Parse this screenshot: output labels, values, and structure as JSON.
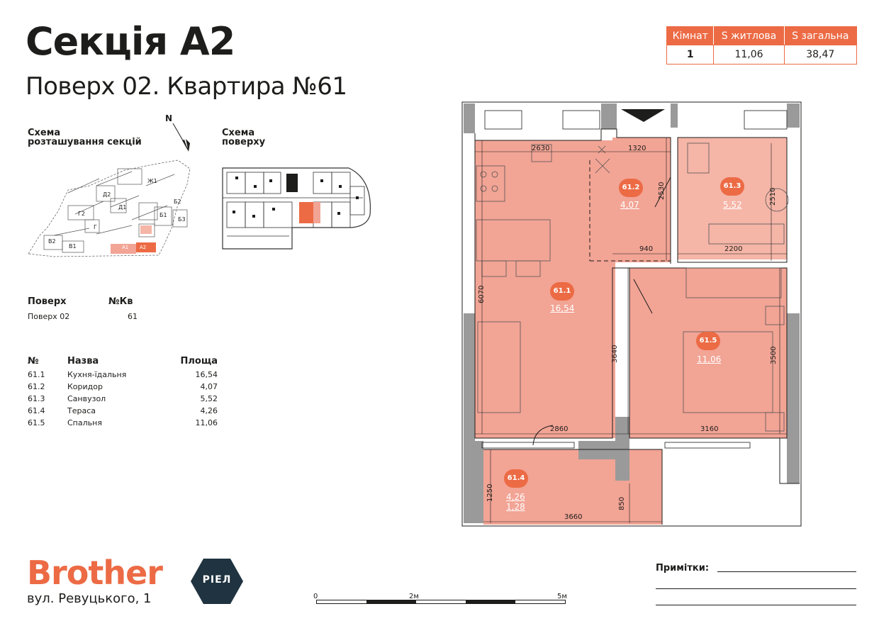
{
  "header": {
    "title": "Секція А2",
    "subtitle": "Поверх 02. Квартира №61"
  },
  "summary": {
    "headers": [
      "Кімнат",
      "S житлова",
      "S загальна"
    ],
    "values": [
      "1",
      "11,06",
      "38,47"
    ]
  },
  "compass": {
    "north": "N"
  },
  "schemas": {
    "sections_label_line1": "Схема",
    "sections_label_line2": "розташування секцій",
    "floor_label_line1": "Схема",
    "floor_label_line2": "поверху",
    "section_tags": [
      "Ж1",
      "Д2",
      "Д1",
      "Г2",
      "Г",
      "Б2",
      "Б1",
      "Б3",
      "В2",
      "В1",
      "А1",
      "А2"
    ]
  },
  "floor_info": {
    "floor_header": "Поверх",
    "apt_header": "№Кв",
    "floor_value": "Поверх 02",
    "apt_value": "61"
  },
  "rooms": {
    "headers": [
      "№",
      "Назва",
      "Площа"
    ],
    "rows": [
      {
        "no": "61.1",
        "name": "Кухня-їдальня",
        "area": "16,54"
      },
      {
        "no": "61.2",
        "name": "Коридор",
        "area": "4,07"
      },
      {
        "no": "61.3",
        "name": "Санвузол",
        "area": "5,52"
      },
      {
        "no": "61.4",
        "name": "Тераса",
        "area": "4,26"
      },
      {
        "no": "61.5",
        "name": "Спальня",
        "area": "11,06"
      }
    ]
  },
  "plan": {
    "room_tags": [
      {
        "id": "61.1",
        "area": "16,54"
      },
      {
        "id": "61.2",
        "area": "4,07"
      },
      {
        "id": "61.3",
        "area": "5,52"
      },
      {
        "id": "61.4",
        "area": "4,26",
        "area2": "1,28"
      },
      {
        "id": "61.5",
        "area": "11,06"
      }
    ],
    "dimensions": [
      "2630",
      "1320",
      "2530",
      "940",
      "2510",
      "2200",
      "6070",
      "3640",
      "3500",
      "2860",
      "3160",
      "1250",
      "850",
      "3660"
    ]
  },
  "footer": {
    "brand": "Brother",
    "badge": "РІЕЛ",
    "address": "вул. Ревуцького, 1",
    "notes_label": "Примітки:",
    "scale": [
      "0",
      "2м",
      "5м"
    ]
  },
  "colors": {
    "accent": "#ec6b45",
    "room_fill": "#f2a495",
    "room_fill_light": "#f5b5a7",
    "wall": "#8a8a8a",
    "badge": "#1f3340"
  }
}
